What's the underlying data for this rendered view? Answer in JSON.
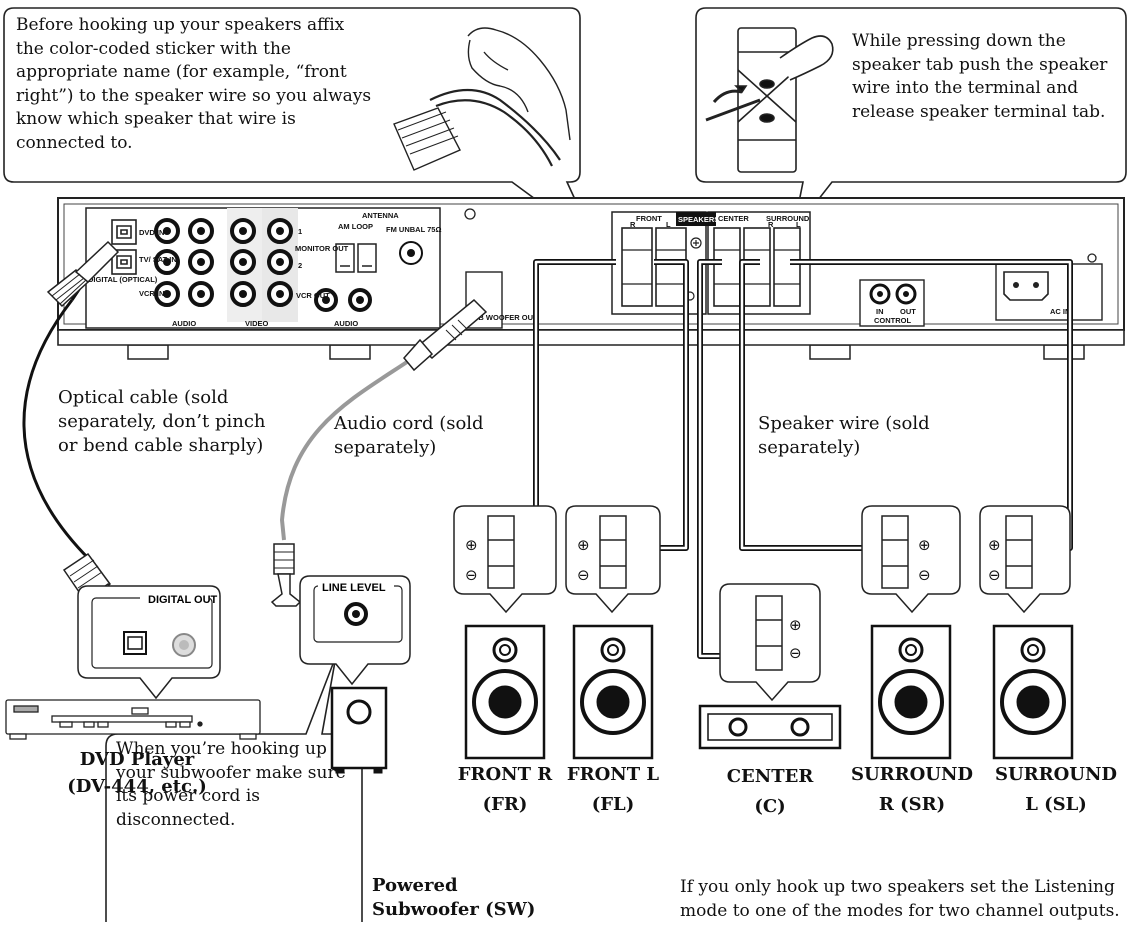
{
  "callouts": {
    "sticker": "Before hooking up your speakers affix the color-coded sticker with the appropriate name (for example, “front right”) to the speaker wire so you always know which speaker that wire is connected to.",
    "terminal": "While pressing down the speaker tab push the speaker wire into the terminal and release speaker terminal tab.",
    "subwoofer": "When you’re hooking up your subwoofer make sure its power cord is disconnected.",
    "two_speakers": "If you only hook up two speakers set the Listening mode to one of the modes for two channel outputs."
  },
  "cables": {
    "optical": "Optical cable (sold separately, don’t pinch or bend cable sharply)",
    "audio": "Audio cord (sold separately)",
    "speaker": "Speaker wire (sold separately)"
  },
  "receiver": {
    "dvd_in": "DVD IN",
    "tv_sat_in": "TV/ SAT IN",
    "vcr_in": "VCR IN",
    "digital_optical": "DIGITAL (OPTICAL)",
    "audio": "AUDIO",
    "video": "VIDEO",
    "monitor_out": "MONITOR OUT",
    "monitor_1": "1",
    "monitor_2": "2",
    "vcr_out": "VCR OUT",
    "antenna": "ANTENNA",
    "am_loop": "AM LOOP",
    "fm_unbal": "FM UNBAL 75Ω",
    "sub_woofer_out": "SUB WOOFER OUT",
    "front": "FRONT",
    "speakers": "SPEAKERS",
    "center": "CENTER",
    "surround": "SURROUND",
    "r": "R",
    "l": "L",
    "control": "CONTROL",
    "control_in": "IN",
    "control_out": "OUT",
    "ac_in": "AC IN"
  },
  "devices": {
    "digital_out": "DIGITAL OUT",
    "line_level": "LINE LEVEL",
    "dvd_player": "DVD Player",
    "dvd_model": "(DV-444, etc.)",
    "subwoofer_1": "Powered",
    "subwoofer_2": "Subwoofer (SW)"
  },
  "speakers": [
    {
      "line1": "FRONT R",
      "line2": "(FR)"
    },
    {
      "line1": "FRONT L",
      "line2": "(FL)"
    },
    {
      "line1": "CENTER",
      "line2": "(C)"
    },
    {
      "line1": "SURROUND",
      "line2": "R (SR)"
    },
    {
      "line1": "SURROUND",
      "line2": "L (SL)"
    }
  ]
}
